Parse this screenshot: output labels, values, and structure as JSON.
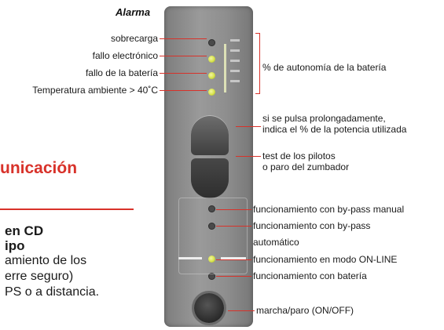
{
  "panel_title": "Alarma",
  "alarm_labels": [
    "sobrecarga",
    "fallo electrónico",
    "fallo de la batería",
    "Temperatura ambiente > 40˚C"
  ],
  "right_labels": {
    "battery_autonomy": "% de autonomía de la batería",
    "long_press_line1": "si se pulsa prolongadamente,",
    "long_press_line2": "indica el % de la potencia utilizada",
    "test_line1": "test de los pilotos",
    "test_line2": "o paro del zumbador",
    "bypass_manual": "funcionamiento con by-pass manual",
    "bypass_auto_line1": "funcionamiento con by-pass",
    "bypass_auto_line2": "automático",
    "online_mode": "funcionamiento en modo ON-LINE",
    "battery_mode": "funcionamiento con batería",
    "on_off": "marcha/paro (ON/OFF)"
  },
  "document": {
    "heading": "unicación",
    "subheading_1": "en CD",
    "subheading_2": "ipo",
    "body_1": "amiento de los",
    "body_2": "erre seguro)",
    "body_3": "PS o a distancia."
  },
  "colors": {
    "accent": "#d8322a",
    "led_yellow": "#d6e24a",
    "panel_gray": "#8e8e8e"
  }
}
